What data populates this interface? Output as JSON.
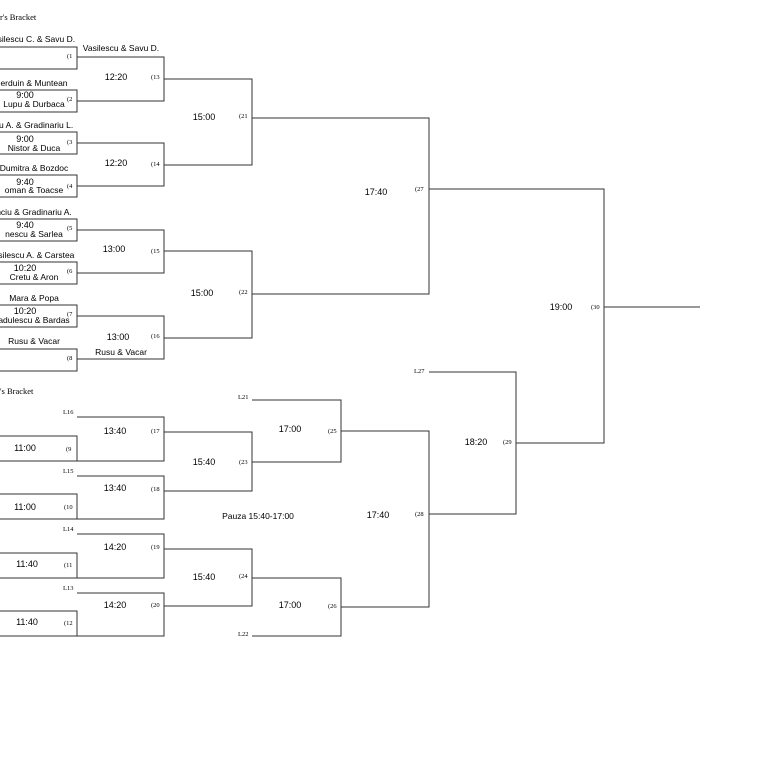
{
  "headings": {
    "winners_bracket": "r's Bracket",
    "losers_bracket": "'s Bracket"
  },
  "pause_note": "Pauza 15:40-17:00",
  "teams": {
    "vasilescu_savu_cut": "asilescu C. & Savu D.",
    "vasilescu_savu": "Vasilescu & Savu D.",
    "verduin_muntean": "erduin & Muntean",
    "lupu_durbaca": "Lupu & Durbaca",
    "savu_gradinariu_l": "vu A. & Gradinariu L.",
    "nistor_duca": "Nistor & Duca",
    "dumitra_bozdoc": "Dumitra & Bozdoc",
    "roman_toacse": "oman & Toacse",
    "anciu_gradinariu_a": "nciu & Gradinariu A.",
    "nescu_sarlea": "nescu & Sarlea",
    "vasilescu_carstea": "asilescu A. & Carstea",
    "cretu_aron": "Cretu & Aron",
    "mara_popa": "Mara & Popa",
    "radulescu_bardas": "adulescu & Bardas",
    "rusu_vacar_top": "Rusu & Vacar",
    "rusu_vacar": "Rusu & Vacar"
  },
  "match_numbers": {
    "m1": "(1",
    "m2": "(2",
    "m3": "(3",
    "m4": "(4",
    "m5": "(5",
    "m6": "(6",
    "m7": "(7",
    "m8": "(8",
    "m9": "(9",
    "m10": "(10",
    "m11": "(11",
    "m12": "(12",
    "m13": "(13",
    "m14": "(14",
    "m15": "(15",
    "m16": "(16",
    "m17": "(17",
    "m18": "(18",
    "m19": "(19",
    "m20": "(20",
    "m21": "(21",
    "m22": "(22",
    "m23": "(23",
    "m24": "(24",
    "m25": "(25",
    "m26": "(26",
    "m27": "(27",
    "m28": "(28",
    "m29": "(29",
    "m30": "(30"
  },
  "times": {
    "m2": "9:00",
    "m3": "9:00",
    "m4": "9:40",
    "m5": "9:40",
    "m6": "10:20",
    "m7": "10:20",
    "m9": "11:00",
    "m10": "11:00",
    "m11": "11:40",
    "m12": "11:40",
    "m13": "12:20",
    "m14": "12:20",
    "m15": "13:00",
    "m16": "13:00",
    "m17": "13:40",
    "m18": "13:40",
    "m19": "14:20",
    "m20": "14:20",
    "m21": "15:00",
    "m22": "15:00",
    "m23": "15:40",
    "m24": "15:40",
    "m25": "17:00",
    "m26": "17:00",
    "m27": "17:40",
    "m28": "17:40",
    "m29": "18:20",
    "m30": "19:00"
  },
  "loser_refs": {
    "l16": "L16",
    "l15": "L15",
    "l14": "L14",
    "l13": "L13",
    "l21": "L21",
    "l22": "L22",
    "l27": "L27"
  }
}
